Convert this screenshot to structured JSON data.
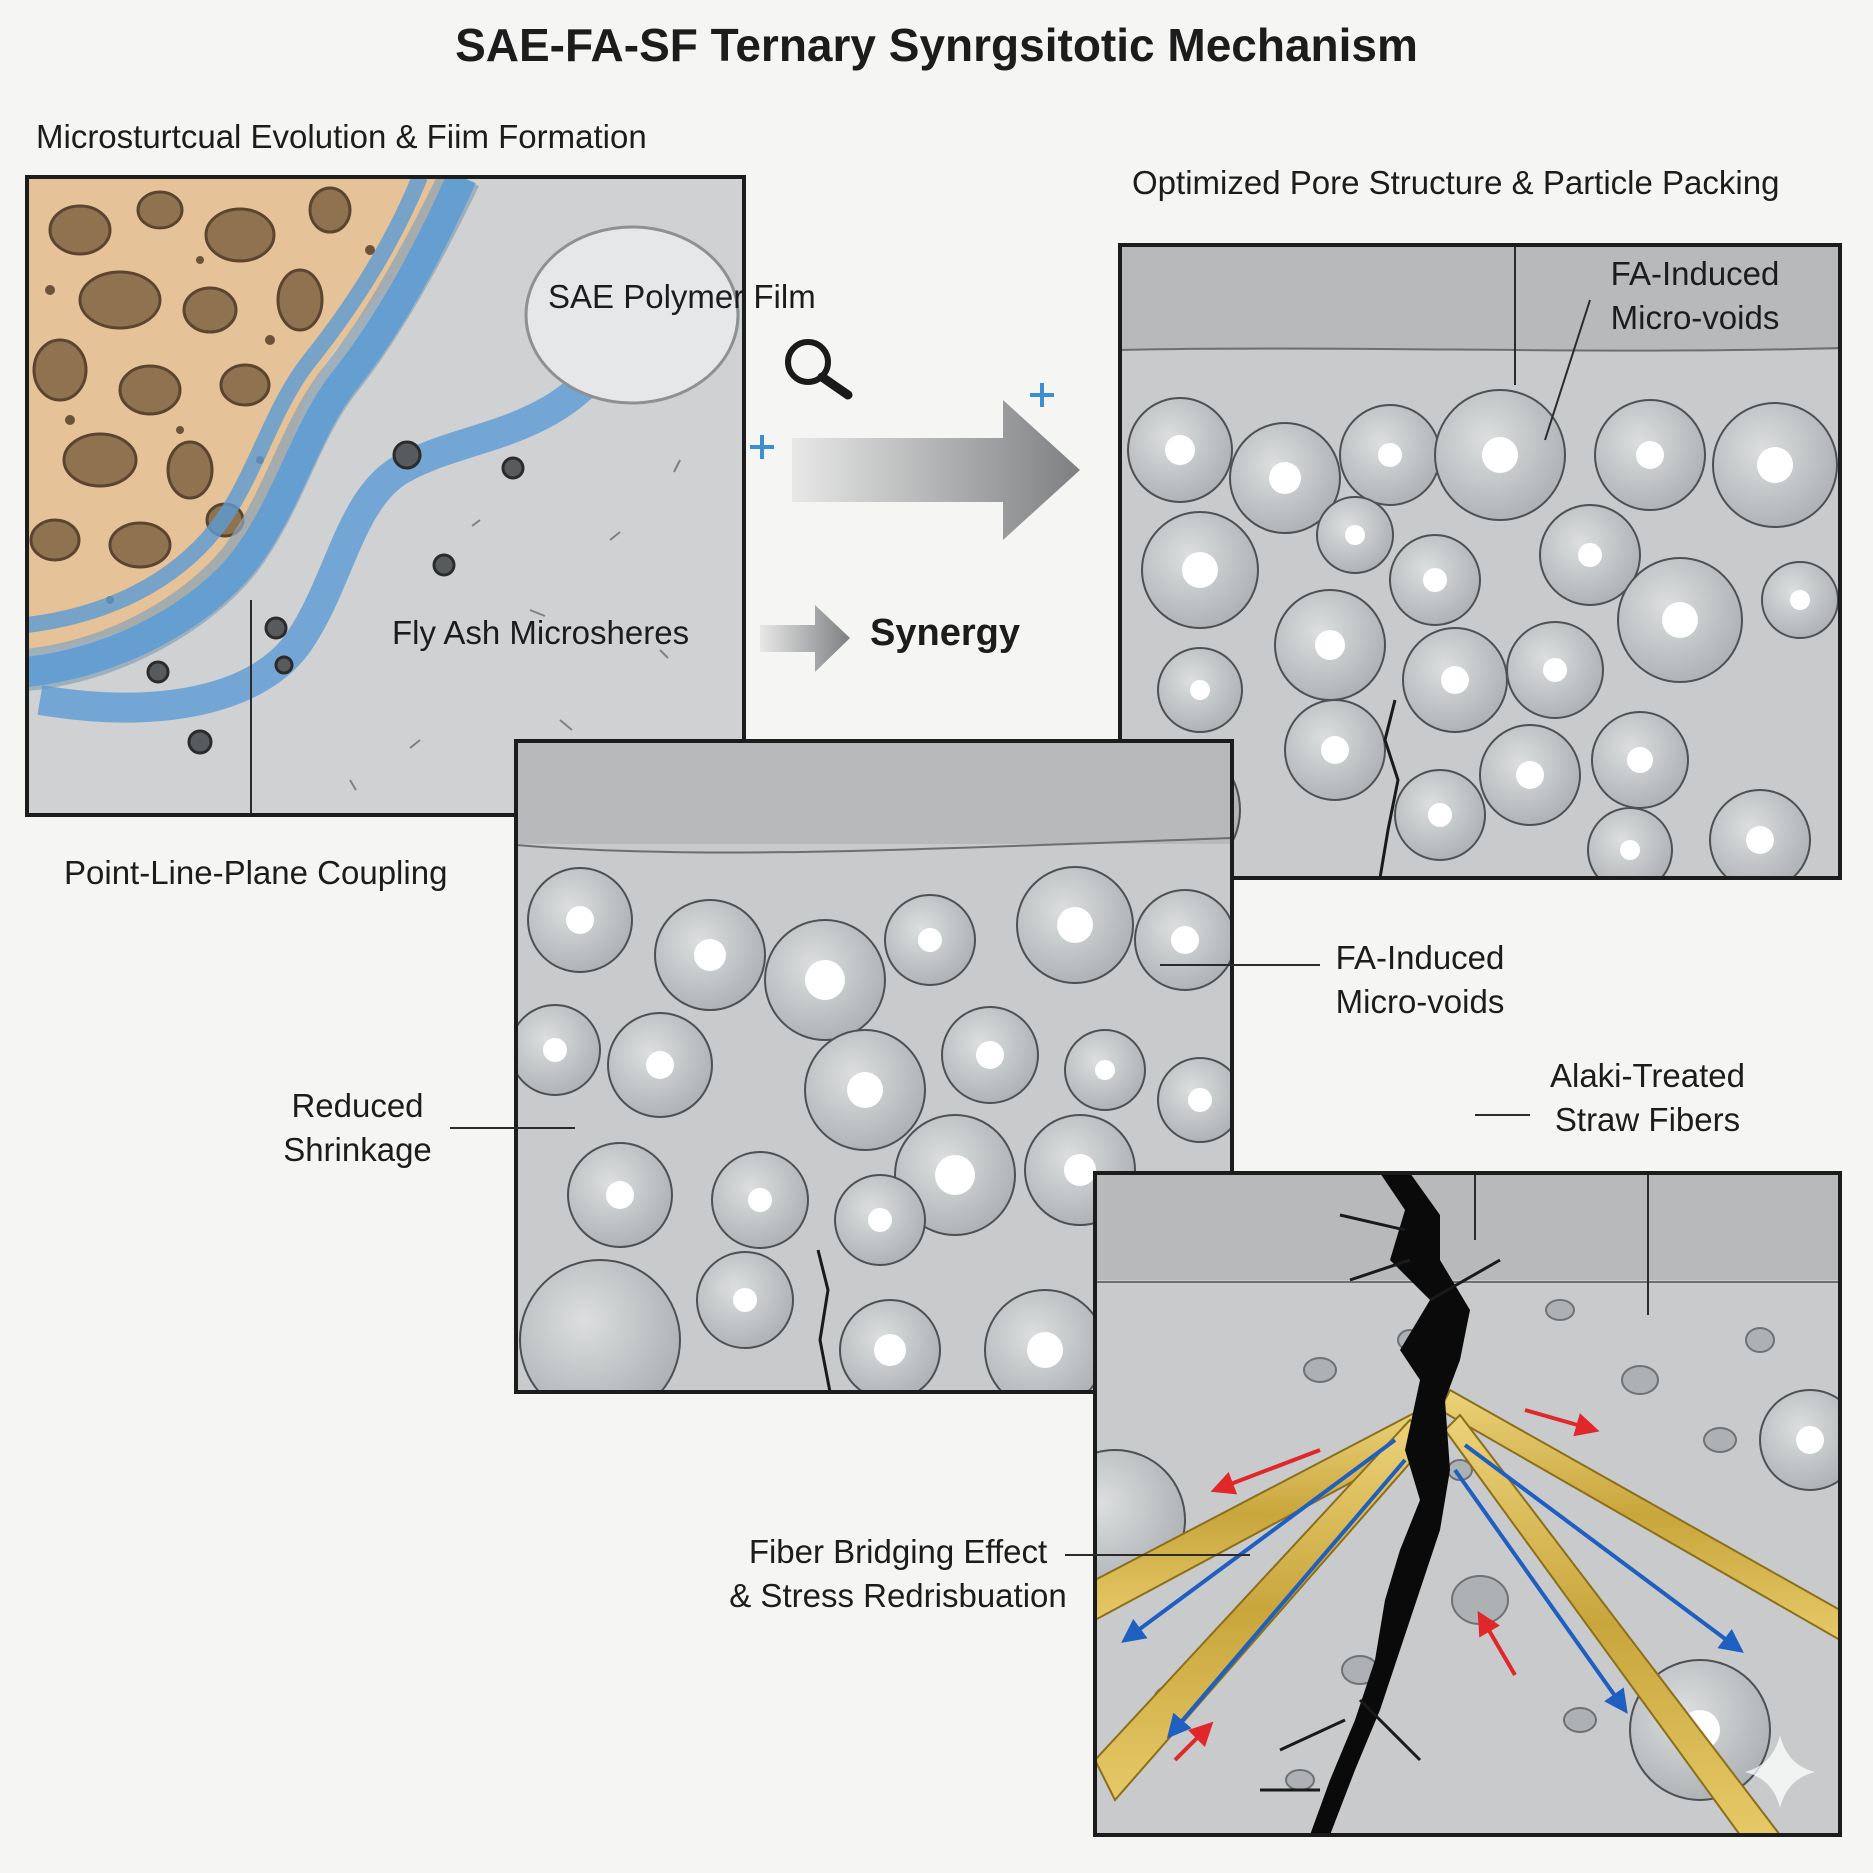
{
  "title": "SAE-FA-SF Ternary Synrgsitotic Mechanism",
  "labels": {
    "microstructural": "Microsturtcual Evolution & Fiim Formation",
    "polymer_film": "SAE Polymer Film",
    "fly_ash": "Fly Ash Microsheres",
    "coupling": "Point-Line-Plane Coupling",
    "optimized": "Optimized Pore Structure & Particle Packing",
    "fa_voids_top_1": "FA-Induced",
    "fa_voids_top_2": "Micro-voids",
    "synergy": "Synergy",
    "fa_voids_mid_1": "FA-Induced",
    "fa_voids_mid_2": "Micro-voids",
    "shrinkage_1": "Reduced",
    "shrinkage_2": "Shrinkage",
    "straw_1": "Alaki-Treated",
    "straw_2": "Straw Fibers",
    "bridging_1": "Fiber Bridging Effect",
    "bridging_2": "& Stress Redrisbuation"
  },
  "icons": [
    "magnifier-icon",
    "plus-icon",
    "arrow-right-icon",
    "sparkle-icon"
  ],
  "colors": {
    "polymer_film": "#5b9bd5",
    "aggregate": "#e8c49a",
    "matrix": "#c9cbcc",
    "straw_fiber": "#d9b94a",
    "stress_arrow_blue": "#1f5fbf",
    "stress_arrow_red": "#e0282b",
    "crack": "#0a0a0a"
  }
}
